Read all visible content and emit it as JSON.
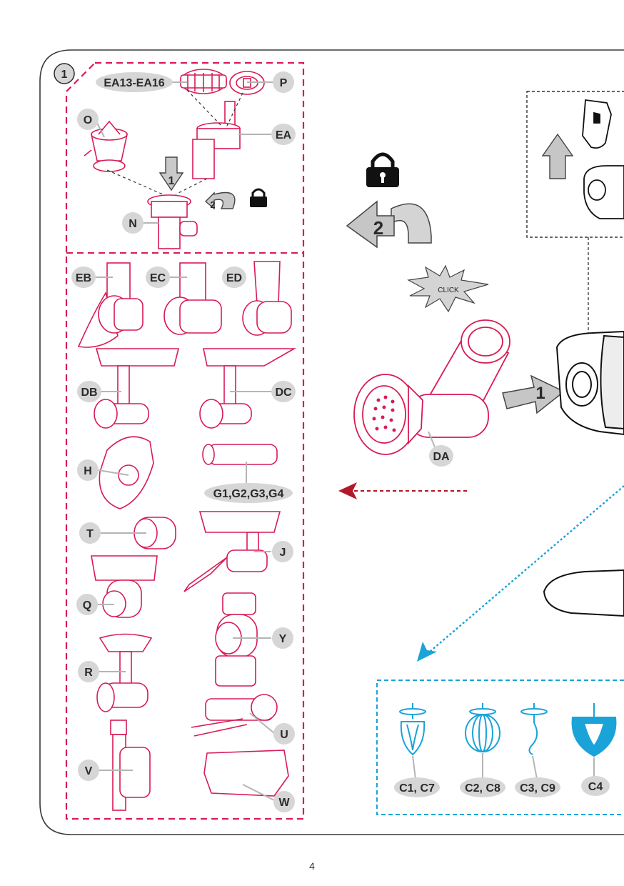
{
  "page": {
    "number": "4",
    "step_number": "1"
  },
  "accessories": [
    {
      "code": "EA13-EA16"
    },
    {
      "code": "P"
    },
    {
      "code": "O"
    },
    {
      "code": "EA"
    },
    {
      "code": "N"
    },
    {
      "code": "EB"
    },
    {
      "code": "EC"
    },
    {
      "code": "ED"
    },
    {
      "code": "DB"
    },
    {
      "code": "DC"
    },
    {
      "code": "H"
    },
    {
      "code": "G1,G2,G3,G4"
    },
    {
      "code": "T"
    },
    {
      "code": "J"
    },
    {
      "code": "Q"
    },
    {
      "code": "Y"
    },
    {
      "code": "R"
    },
    {
      "code": "U"
    },
    {
      "code": "V"
    },
    {
      "code": "W"
    }
  ],
  "center": {
    "da_label": "DA",
    "click_text": "CLICK",
    "step1": "1",
    "step2": "2"
  },
  "inset": {
    "step1": "1",
    "step2": "2"
  },
  "tools": [
    {
      "code": "C1, C7"
    },
    {
      "code": "C2, C8"
    },
    {
      "code": "C3, C9"
    },
    {
      "code": "C4"
    }
  ],
  "colors": {
    "accent": "#d81b55",
    "tool_blue": "#1aa3d9",
    "frame": "#3a3a3a",
    "label_bg": "#d6d6d6"
  }
}
